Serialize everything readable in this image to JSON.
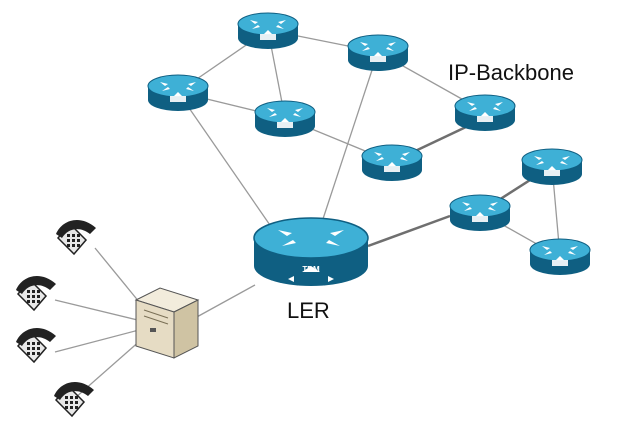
{
  "diagram": {
    "backbone_label": "IP-Backbone",
    "edge_router_label": "LER",
    "edge_router_badge": "TDM",
    "colors": {
      "router_fill": "#1f8fb5",
      "router_dark": "#0f5f82",
      "router_top": "#3eb0d6",
      "link": "#9a9a9a",
      "link_dark": "#6f6f6f",
      "phone": "#2a2a2a",
      "pbx": "#e6dcc4"
    },
    "icons": {
      "router": "router-icon",
      "edge_router": "edge-router-icon",
      "pbx": "pbx-server-icon",
      "phone": "telephone-icon"
    }
  }
}
